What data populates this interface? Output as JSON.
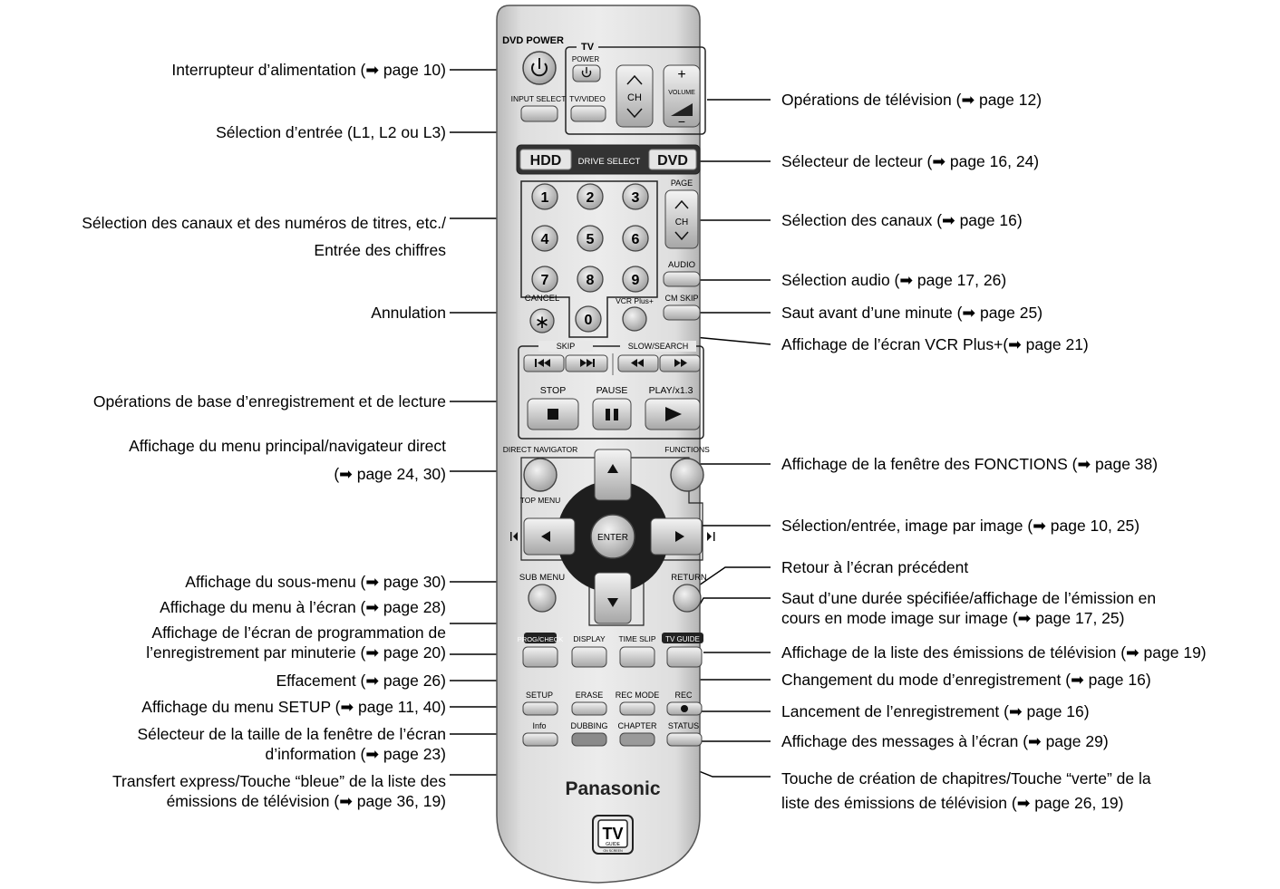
{
  "arrow_glyph": "➡",
  "remote": {
    "brand": "Panasonic",
    "tv_guide_logo": "TV",
    "tv_guide_sub": "GUIDE",
    "tv_guide_sub2": "ON SCREEN",
    "dvd_power": "DVD POWER",
    "tv": "TV",
    "tv_power": "POWER",
    "input_select": "INPUT SELECT",
    "tv_video": "TV/VIDEO",
    "ch": "CH",
    "volume": "VOLUME",
    "vol_plus": "+",
    "vol_minus": "−",
    "hdd": "HDD",
    "drive_select": "DRIVE SELECT",
    "dvd": "DVD",
    "page": "PAGE",
    "digits": [
      "1",
      "2",
      "3",
      "4",
      "5",
      "6",
      "7",
      "8",
      "9",
      "0"
    ],
    "audio": "AUDIO",
    "cancel": "CANCEL",
    "cancel_symbol": "∗",
    "vcr_plus": "VCR Plus+",
    "cm_skip": "CM SKIP",
    "skip": "SKIP",
    "slow_search": "SLOW/SEARCH",
    "stop": "STOP",
    "pause": "PAUSE",
    "play": "PLAY/x1.3",
    "direct_navigator": "DIRECT NAVIGATOR",
    "top_menu": "TOP MENU",
    "functions": "FUNCTIONS",
    "enter": "ENTER",
    "sub_menu": "SUB MENU",
    "return": "RETURN",
    "prog_check": "PROG/CHECK",
    "display": "DISPLAY",
    "time_slip": "TIME SLIP",
    "tv_guide": "TV GUIDE",
    "setup": "SETUP",
    "erase": "ERASE",
    "rec_mode": "REC MODE",
    "rec": "REC",
    "info": "Info",
    "dubbing": "DUBBING",
    "chapter": "CHAPTER",
    "status": "STATUS"
  },
  "labels_left": [
    {
      "lines": [
        "Interrupteur d’alimentation (➡ page 10)"
      ]
    },
    {
      "lines": [
        "Sélection d’entrée (L1, L2 ou L3)"
      ]
    },
    {
      "lines": [
        "Sélection des canaux et des numéros de titres, etc./",
        "Entrée des chiffres"
      ]
    },
    {
      "lines": [
        "Annulation"
      ]
    },
    {
      "lines": [
        "Opérations de base d’enregistrement et de lecture"
      ]
    },
    {
      "lines": [
        "Affichage du menu principal/navigateur direct",
        "(➡ page 24, 30)"
      ]
    },
    {
      "lines": [
        "Affichage du sous-menu (➡ page 30)"
      ]
    },
    {
      "lines": [
        "Affichage du menu à l’écran (➡ page 28)"
      ]
    },
    {
      "lines": [
        "Affichage de l’écran de programmation de",
        "l’enregistrement par minuterie (➡ page 20)"
      ]
    },
    {
      "lines": [
        "Effacement (➡ page 26)"
      ]
    },
    {
      "lines": [
        "Affichage du menu SETUP (➡ page 11, 40)"
      ]
    },
    {
      "lines": [
        "Sélecteur de la taille de la fenêtre de l’écran",
        "d’information (➡ page 23)"
      ]
    },
    {
      "lines": [
        "Transfert express/Touche “bleue” de la liste des",
        "émissions de télévision (➡ page 36, 19)"
      ]
    }
  ],
  "labels_right": [
    {
      "lines": [
        "Opérations de télévision (➡ page 12)"
      ]
    },
    {
      "lines": [
        "Sélecteur de lecteur (➡ page 16, 24)"
      ]
    },
    {
      "lines": [
        "Sélection des canaux (➡ page 16)"
      ]
    },
    {
      "lines": [
        "Sélection audio (➡ page 17, 26)"
      ]
    },
    {
      "lines": [
        "Saut avant d’une minute (➡ page 25)"
      ]
    },
    {
      "lines": [
        "Affichage de l’écran VCR Plus+(➡ page 21)"
      ]
    },
    {
      "lines": [
        "Affichage de la fenêtre des FONCTIONS (➡ page 38)"
      ]
    },
    {
      "lines": [
        "Sélection/entrée, image par image (➡ page 10, 25)"
      ]
    },
    {
      "lines": [
        "Retour à l’écran précédent"
      ]
    },
    {
      "lines": [
        "Saut d’une durée spécifiée/affichage de l’émission en",
        "cours en mode image sur image (➡ page 17, 25)"
      ]
    },
    {
      "lines": [
        "Affichage de la liste des émissions de télévision (➡ page 19)"
      ]
    },
    {
      "lines": [
        "Changement du mode d’enregistrement (➡ page 16)"
      ]
    },
    {
      "lines": [
        "Lancement de l’enregistrement (➡ page 16)"
      ]
    },
    {
      "lines": [
        "Affichage des messages à l’écran (➡ page 29)"
      ]
    },
    {
      "lines": [
        "Touche de création de chapitres/Touche “verte” de la",
        "liste des émissions de télévision (➡ page 26, 19)"
      ]
    }
  ]
}
